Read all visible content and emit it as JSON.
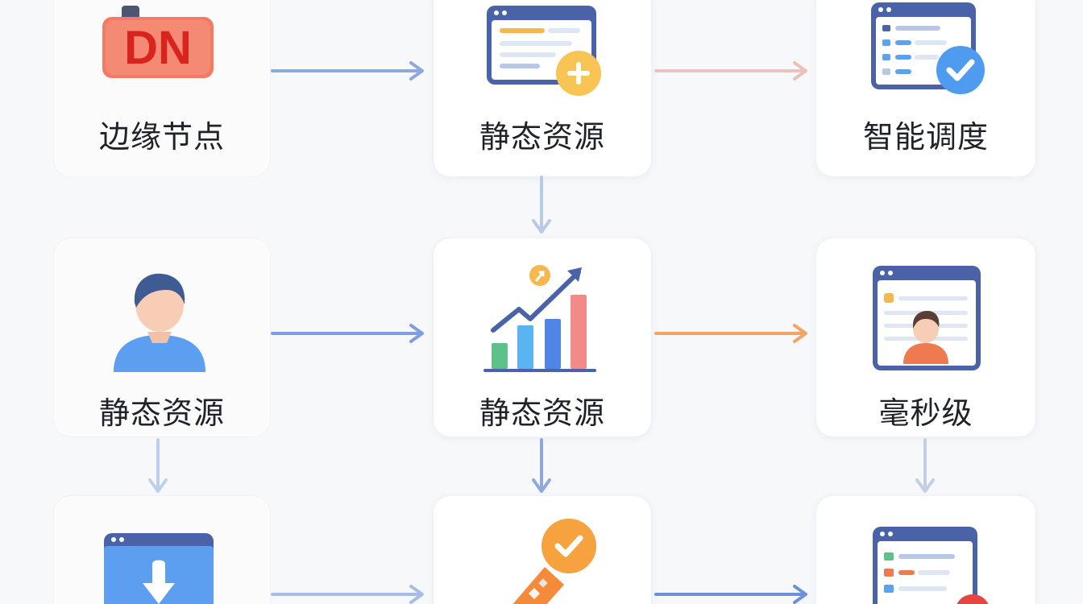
{
  "nodes": [
    {
      "id": "edge-node",
      "label": "边缘节点",
      "icon": "dn-tag-icon"
    },
    {
      "id": "static-resource-1",
      "label": "静态资源",
      "icon": "browser-add-icon"
    },
    {
      "id": "smart-scheduling",
      "label": "智能调度",
      "icon": "browser-check-icon"
    },
    {
      "id": "static-resource-2",
      "label": "静态资源",
      "icon": "user-avatar-icon"
    },
    {
      "id": "static-resource-3",
      "label": "静态资源",
      "icon": "growth-chart-icon"
    },
    {
      "id": "millisecond",
      "label": "毫秒级",
      "icon": "browser-profile-icon"
    },
    {
      "id": "bottom-1",
      "label": "",
      "icon": "browser-upload-icon"
    },
    {
      "id": "bottom-2",
      "label": "",
      "icon": "speed-key-icon"
    },
    {
      "id": "bottom-3",
      "label": "",
      "icon": "browser-list-icon"
    }
  ],
  "colors": {
    "arrow_blue": "#8fa8dc",
    "arrow_orange": "#f3a366",
    "arrow_pink": "#e9b9b0",
    "icon_navy": "#4a63a8",
    "icon_red": "#e0332b",
    "icon_orange": "#f6b84e",
    "icon_blue": "#5aa3f0",
    "icon_green": "#5cc28a"
  }
}
